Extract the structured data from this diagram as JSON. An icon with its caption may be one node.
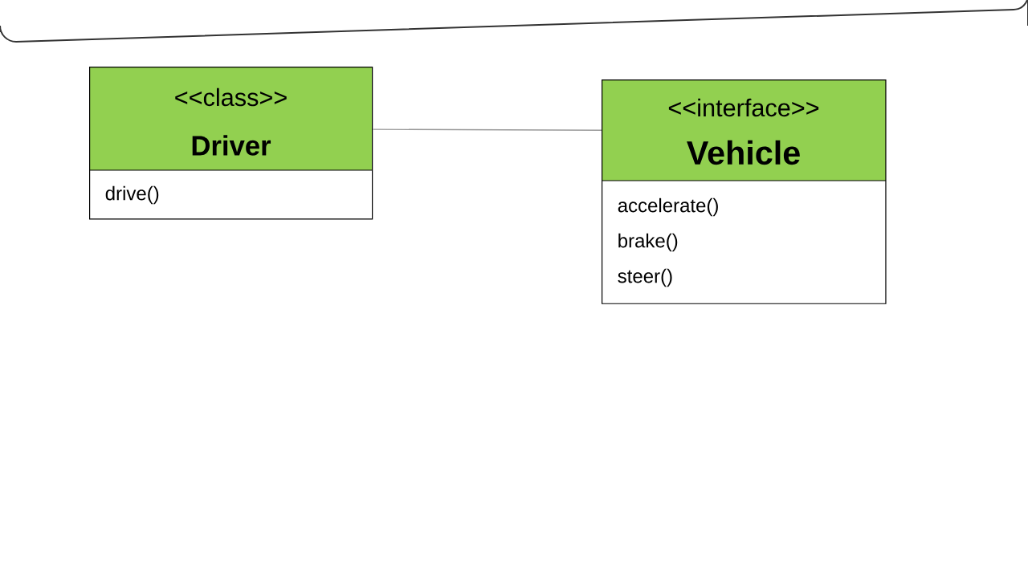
{
  "diagram": {
    "nodes": [
      {
        "text": [
          "<<class>>",
          "Driver",
          "drive()"
        ]
      },
      {
        "text": [
          "<<interface>>",
          "Vehicle",
          "accelerate()",
          "brake()",
          "steer()"
        ]
      }
    ],
    "edges": [
      {
        "from": 0,
        "to": 1,
        "arrow": "none"
      }
    ]
  }
}
